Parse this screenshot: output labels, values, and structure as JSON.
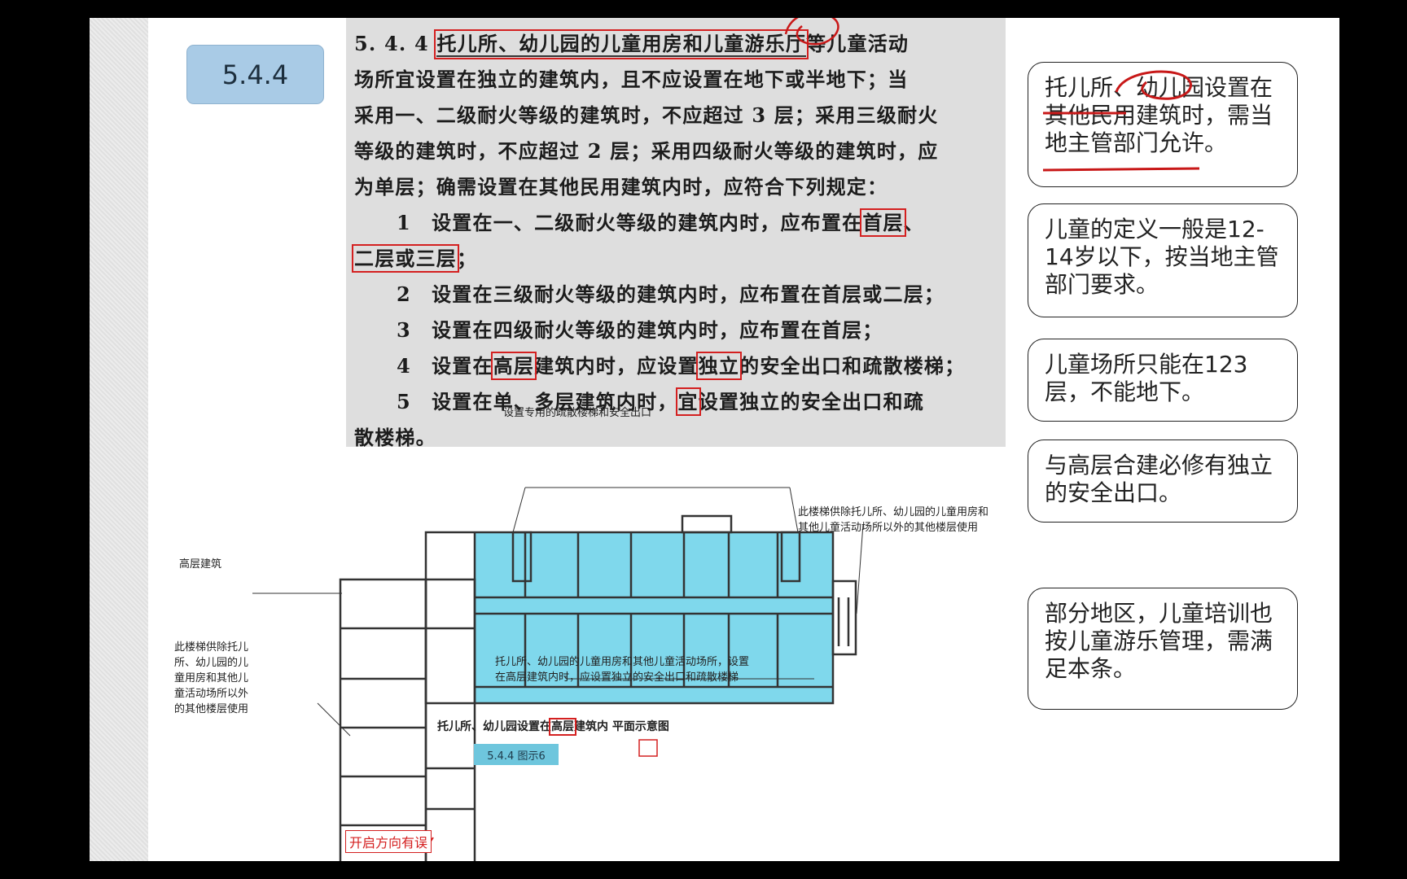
{
  "section_badge": "5.4.4",
  "code": {
    "line1_num": "5. 4. 4",
    "line1_a": "托儿所、幼儿园的儿童用房和儿童游乐厅",
    "line1_b": "等儿童活动",
    "line2": "场所宜设置在独立的建筑内，且不应设置在地下或半地下；当",
    "line3": "采用一、二级耐火等级的建筑时，不应超过 3 层；采用三级耐火",
    "line4": "等级的建筑时，不应超过 2 层；采用四级耐火等级的建筑时，应",
    "line5": "为单层；确需设置在其他民用建筑内时，应符合下列规定：",
    "item1_a": "1　设置在一、二级耐火等级的建筑内时，应布置在",
    "item1_box1": "首层",
    "item1_sep": "、",
    "item1_box2": "二层或三层",
    "item1_end": "；",
    "item2": "2　设置在三级耐火等级的建筑内时，应布置在首层或二层；",
    "item3": "3　设置在四级耐火等级的建筑内时，应布置在首层；",
    "item4_a": "4　设置在",
    "item4_box1": "高层",
    "item4_b": "建筑内时，应设置",
    "item4_box2": "独立",
    "item4_c": "的安全出口和疏散楼梯；",
    "item5_a": "5　设置在单、多层建筑内时，",
    "item5_box": "宜",
    "item5_b": "设置独立的安全出口和疏",
    "item5_end": "散楼梯。"
  },
  "notes": [
    "托儿所、幼儿园设置在其他民用建筑时，需当地主管部门允许。",
    "儿童的定义一般是12-14岁以下，按当地主管部门要求。",
    "儿童场所只能在123层，不能地下。",
    "与高层合建必修有独立的安全出口。",
    "部分地区，儿童培训也按儿童游乐管理，需满足本条。"
  ],
  "figure": {
    "top_annotation": "设置专用的疏散楼梯和安全出口",
    "right_annotation": [
      "此楼梯供除托儿所、幼儿园的儿童用房和",
      "其他儿童活动场所以外的其他楼层使用"
    ],
    "left_label": "高层建筑",
    "left_annotation": [
      "此楼梯供除托儿",
      "所、幼儿园的儿",
      "童用房和其他儿",
      "童活动场所以外",
      "的其他楼层使用"
    ],
    "bottom_annotation": [
      "托儿所、幼儿园的儿童用房和其他儿童活动场所，设置",
      "在高层建筑内时，应设置独立的安全出口和疏散楼梯"
    ],
    "title_a": "托儿所、幼儿园设置在",
    "title_box": "高层",
    "title_b": "建筑内  平面示意图",
    "fig_badge": "5.4.4  图示6",
    "error_label": "开启方向有误"
  },
  "colors": {
    "highlight_red": "#d42020",
    "badge_blue": "#a9cbe6",
    "plan_cyan": "#7fd8ec",
    "code_bg": "#dedede"
  }
}
